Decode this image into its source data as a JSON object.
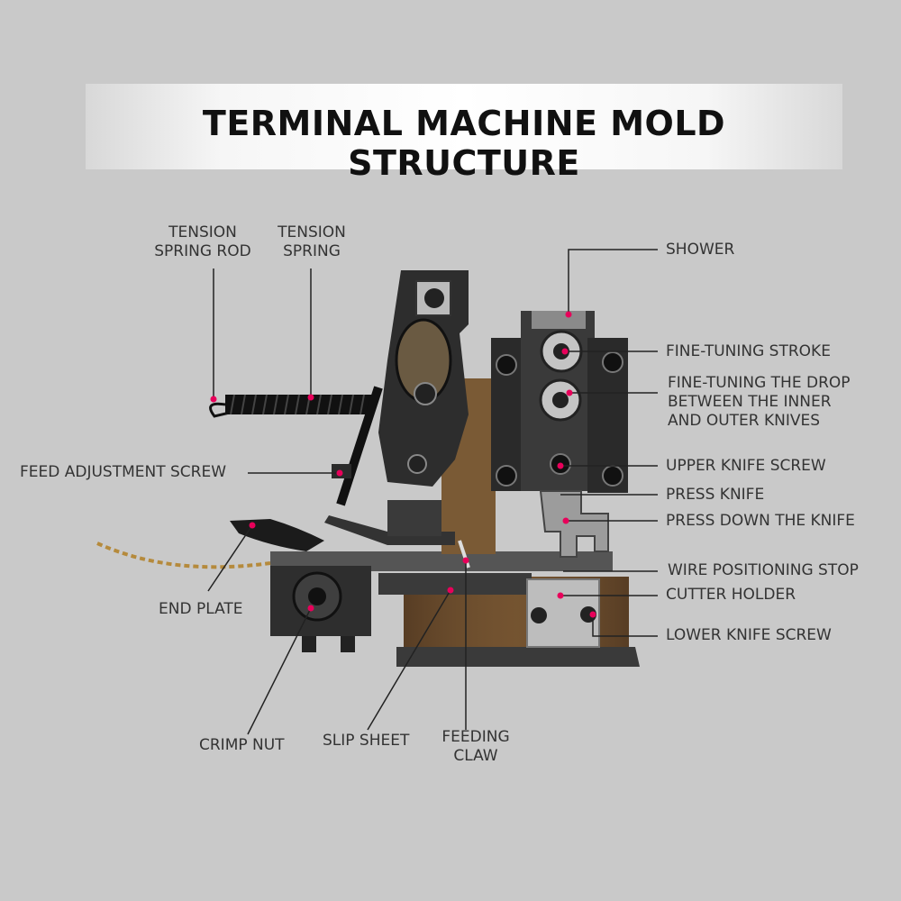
{
  "title": "TERMINAL MACHINE MOLD STRUCTURE",
  "colors": {
    "background": "#c9c9c9",
    "marker": "#e8005a",
    "leader": "#222222",
    "steel": "#2b2b2b",
    "brass": "#6b4a2a"
  },
  "labels": {
    "tension_spring_rod": [
      "TENSION",
      "SPRING ROD"
    ],
    "tension_spring": [
      "TENSION",
      "SPRING"
    ],
    "shower": "SHOWER",
    "fine_tuning_stroke": "FINE-TUNING STROKE",
    "fine_tuning_drop": [
      "FINE-TUNING THE DROP",
      "BETWEEN THE INNER",
      "AND OUTER KNIVES"
    ],
    "feed_adjustment_screw": "FEED ADJUSTMENT SCREW",
    "upper_knife_screw": "UPPER KNIFE SCREW",
    "press_knife": "PRESS KNIFE",
    "press_down_the_knife": "PRESS DOWN THE KNIFE",
    "wire_positioning_stop": "WIRE POSITIONING STOP",
    "cutter_holder": "CUTTER HOLDER",
    "lower_knife_screw": "LOWER KNIFE SCREW",
    "end_plate": "END PLATE",
    "crimp_nut": "CRIMP NUT",
    "slip_sheet": "SLIP SHEET",
    "feeding_claw": [
      "FEEDING",
      "CLAW"
    ]
  }
}
